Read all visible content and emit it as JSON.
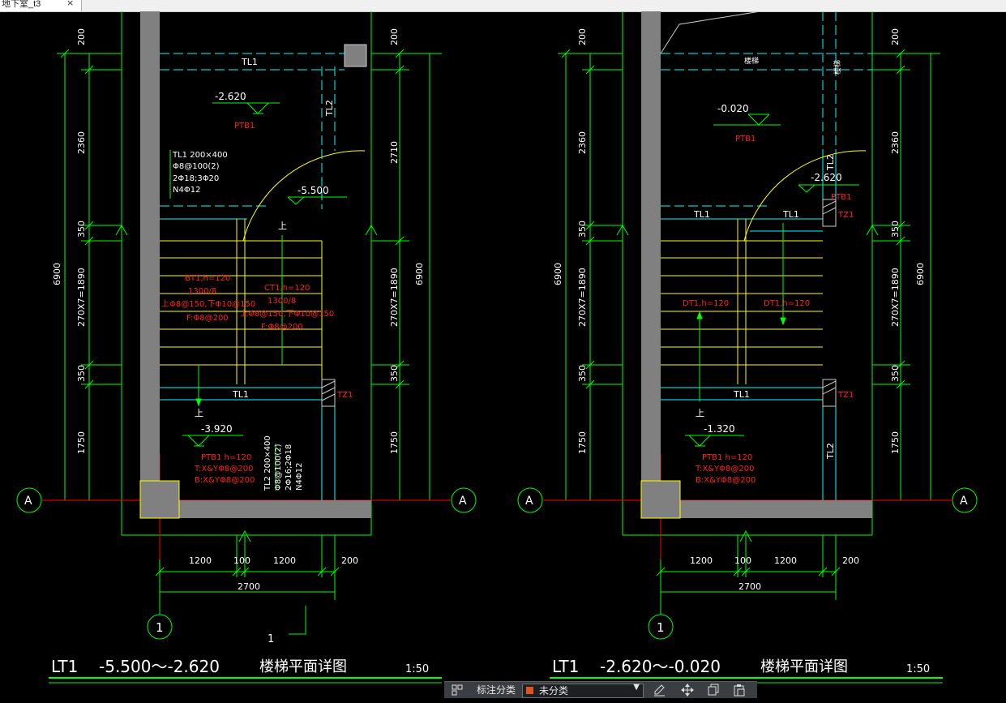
{
  "window": {
    "tab_title": "地下室_t3",
    "close_glyph": "×"
  },
  "colors": {
    "background": "#000000",
    "structure_line": "#00ff00",
    "axis_line": "#ff0000",
    "wall_fill": "#808080",
    "beam_line": "#00ffff",
    "stair_line": "#ffff00",
    "annotation": "#ff2020",
    "text": "#ffffff"
  },
  "left_plan": {
    "beam_top": "TL1",
    "beam_right": "TL2",
    "level_top": "-2.620",
    "slab_top": "PTB1",
    "beam_note": [
      "TL1 200×400",
      "Φ8@100(2)",
      "2Φ18;3Φ20",
      "N4Φ12"
    ],
    "level_mid": "-5.500",
    "up_mark_top": "上",
    "flight_left": [
      "BT1,h=120",
      "1300/8",
      "上Φ8@150,下Φ10@150",
      "F:Φ8@200"
    ],
    "flight_right": [
      "CT1,h=120",
      "1300/8",
      "上Φ8@150,下Φ10@150",
      "F:Φ8@200"
    ],
    "beam_bottom": "TL1",
    "column": "TZ1",
    "up_mark_bottom": "上",
    "level_bottom": "-3.920",
    "slab_bottom": [
      "PTB1  h=120",
      "T:X&YΦ8@200",
      "B:X&YΦ8@200"
    ],
    "beam_note_2": [
      "TL2 200×400",
      "Φ8@100(2)",
      "2Φ16;2Φ18",
      "N4Φ12"
    ],
    "dims_left": [
      "200",
      "2360",
      "350",
      "270X7=1890",
      "350",
      "1750"
    ],
    "dims_left_total": "6900",
    "dims_right": [
      "200",
      "2710",
      "270X7=1890",
      "350",
      "1750"
    ],
    "dims_right_total": "6900",
    "dims_bottom": [
      "1200",
      "100",
      "1200",
      "200"
    ],
    "dims_bottom_total": "2700",
    "axis_a": "A",
    "axis_1": "1",
    "section_mark": "1",
    "title_id": "LT1",
    "title_range": "-5.500～-2.620",
    "title_text": "楼梯平面详图",
    "scale": "1:50"
  },
  "right_plan": {
    "top_mark": "楼梯",
    "right_mark": "楼梯",
    "level_top": "-0.020",
    "slab_top": "PTB1",
    "beam_right_top": "TL2",
    "level_mid": "-2.620",
    "slab_right": "PTB1",
    "column_top": "TZ1",
    "beam_left": "TL1",
    "beam_mid": "TL1",
    "flight_left": "DT1,h=120",
    "flight_right": "DT1,h=120",
    "beam_bottom": "TL1",
    "column_bottom": "TZ1",
    "up_mark": "上",
    "level_bottom": "-1.320",
    "slab_bottom": [
      "PTB1  h=120",
      "T:X&YΦ8@200",
      "B:X&YΦ8@200"
    ],
    "beam_right_bottom": "TL2",
    "dims_left": [
      "200",
      "2360",
      "350",
      "270X7=1890",
      "350",
      "1750"
    ],
    "dims_left_total": "6900",
    "dims_right": [
      "200",
      "2360",
      "350",
      "270X7=1890",
      "350",
      "1750"
    ],
    "dims_right_total": "6900",
    "dims_bottom": [
      "1200",
      "100",
      "1200",
      "200"
    ],
    "dims_bottom_total": "2700",
    "axis_a": "A",
    "axis_1": "1",
    "title_id": "LT1",
    "title_range": "-2.620～-0.020",
    "title_text": "楼梯平面详图",
    "scale": "1:50"
  },
  "toolbar": {
    "layers_icon": "layers-icon",
    "annot_label": "标注分类",
    "class_value": "未分类",
    "class_color": "#e0531c",
    "buttons": [
      "edit-icon",
      "move-icon",
      "copy-icon",
      "paste-icon"
    ]
  }
}
